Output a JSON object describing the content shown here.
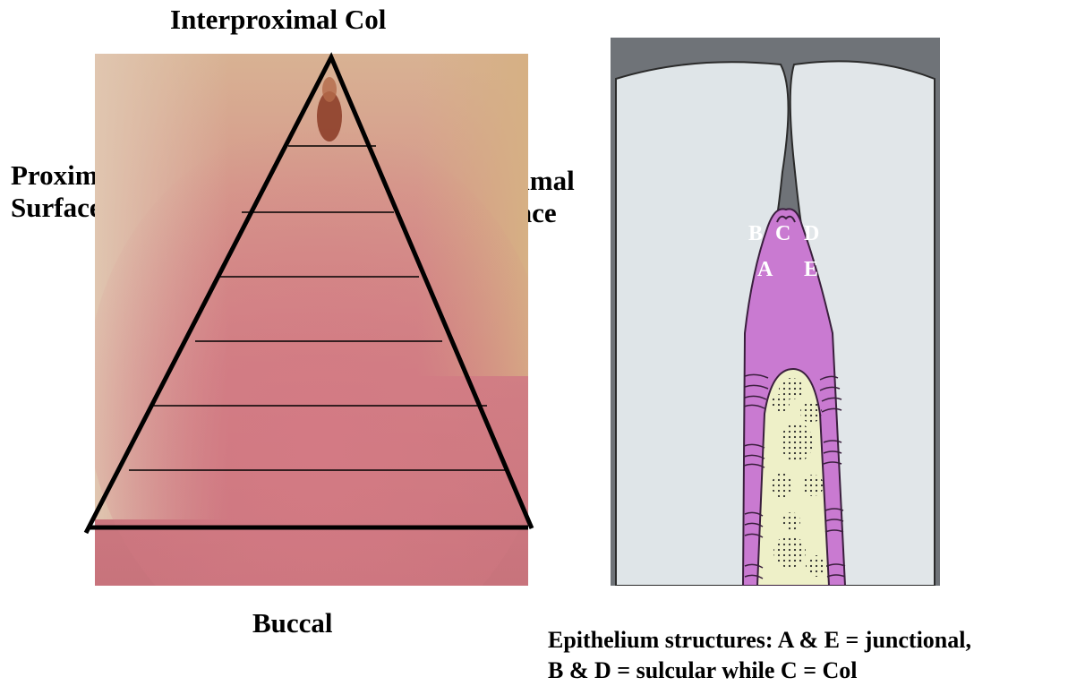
{
  "title": "Interproximal Col",
  "left_label": [
    "Proximal",
    "Surface"
  ],
  "right_label": [
    "Proximal",
    "Surface"
  ],
  "bottom_label": "Buccal",
  "letters": {
    "b": "B",
    "c": "C",
    "d": "D",
    "a": "A",
    "e": "E"
  },
  "caption": [
    "Epithelium structures: A & E = junctional,",
    "B & D = sulcular while C = Col"
  ],
  "colors": {
    "gingiva": "#cf7e86",
    "tissue_tan": "#d9b08c",
    "epithelium": "#c97ad1",
    "connective": "#eef0c8",
    "tooth": "#dfe5e8"
  }
}
